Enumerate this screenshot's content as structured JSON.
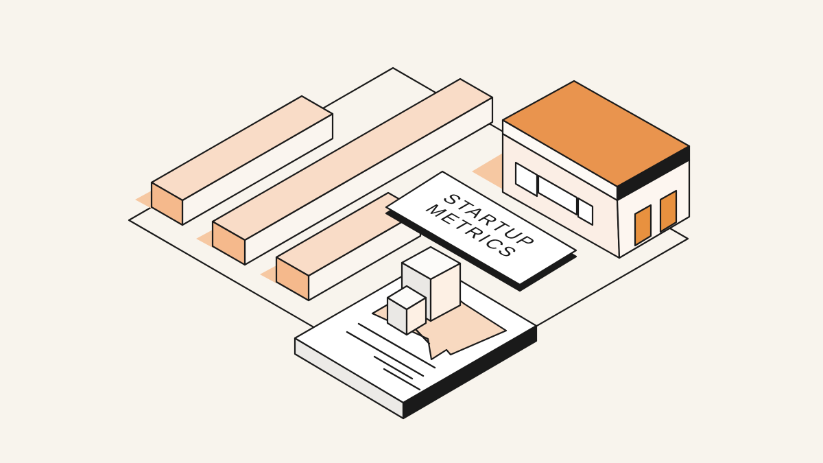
{
  "scene": {
    "description": "Isometric illustration of startup metrics: bar chart blocks on a platform, a metrics sign, an office building and a report document with cubes",
    "colors": {
      "background": "#f8f4ed",
      "ink": "#1a1a1a",
      "bar_top": "#f9dcc7",
      "bar_end": "#f5b98c",
      "bar_side": "#faf5ef",
      "shadow": "#f6c8a2",
      "roof": "#e9944e",
      "door": "#e8913f",
      "wall_left": "#fbeee5",
      "wall_right": "#fdf6f0",
      "fascia_left": "#fdfaf6",
      "window": "#ffffff",
      "sign_face": "#ffffff",
      "document_top": "#ffffff",
      "document_side": "#eceae7",
      "chart_area": "#f8d9c0",
      "cube_top": "#fcfbf9",
      "cube_left": "#eae8e5",
      "cube_right": "#fdf0e4"
    },
    "sign": {
      "line1": "STARTUP",
      "line2": "METRICS"
    },
    "bars": {
      "count": 3
    },
    "building": {
      "windows": 3,
      "doors": 2
    },
    "document": {
      "text_lines": 4,
      "cubes": 2
    }
  }
}
